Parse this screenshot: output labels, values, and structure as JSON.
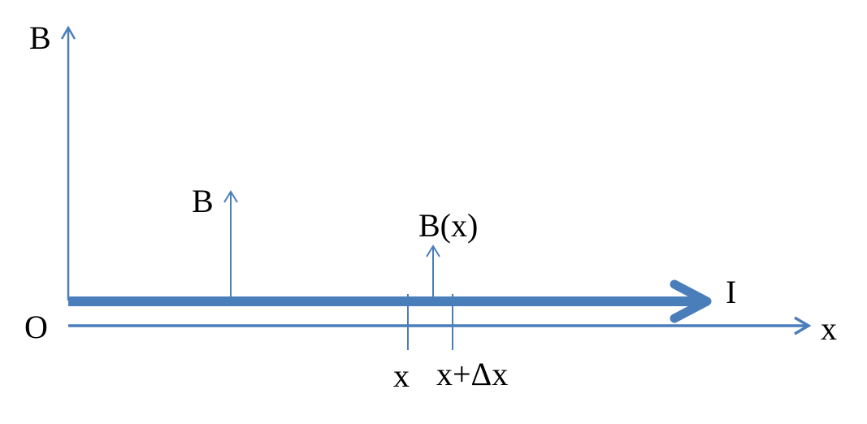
{
  "labels": {
    "y_axis": "B",
    "x_axis": "x",
    "origin": "O",
    "current": "I",
    "field_left": "B",
    "field_mid": "B(x)",
    "tick_x": "x",
    "tick_x_dx": "x+Δx"
  },
  "colors": {
    "line": "#4a7ebb",
    "text": "#000000"
  }
}
